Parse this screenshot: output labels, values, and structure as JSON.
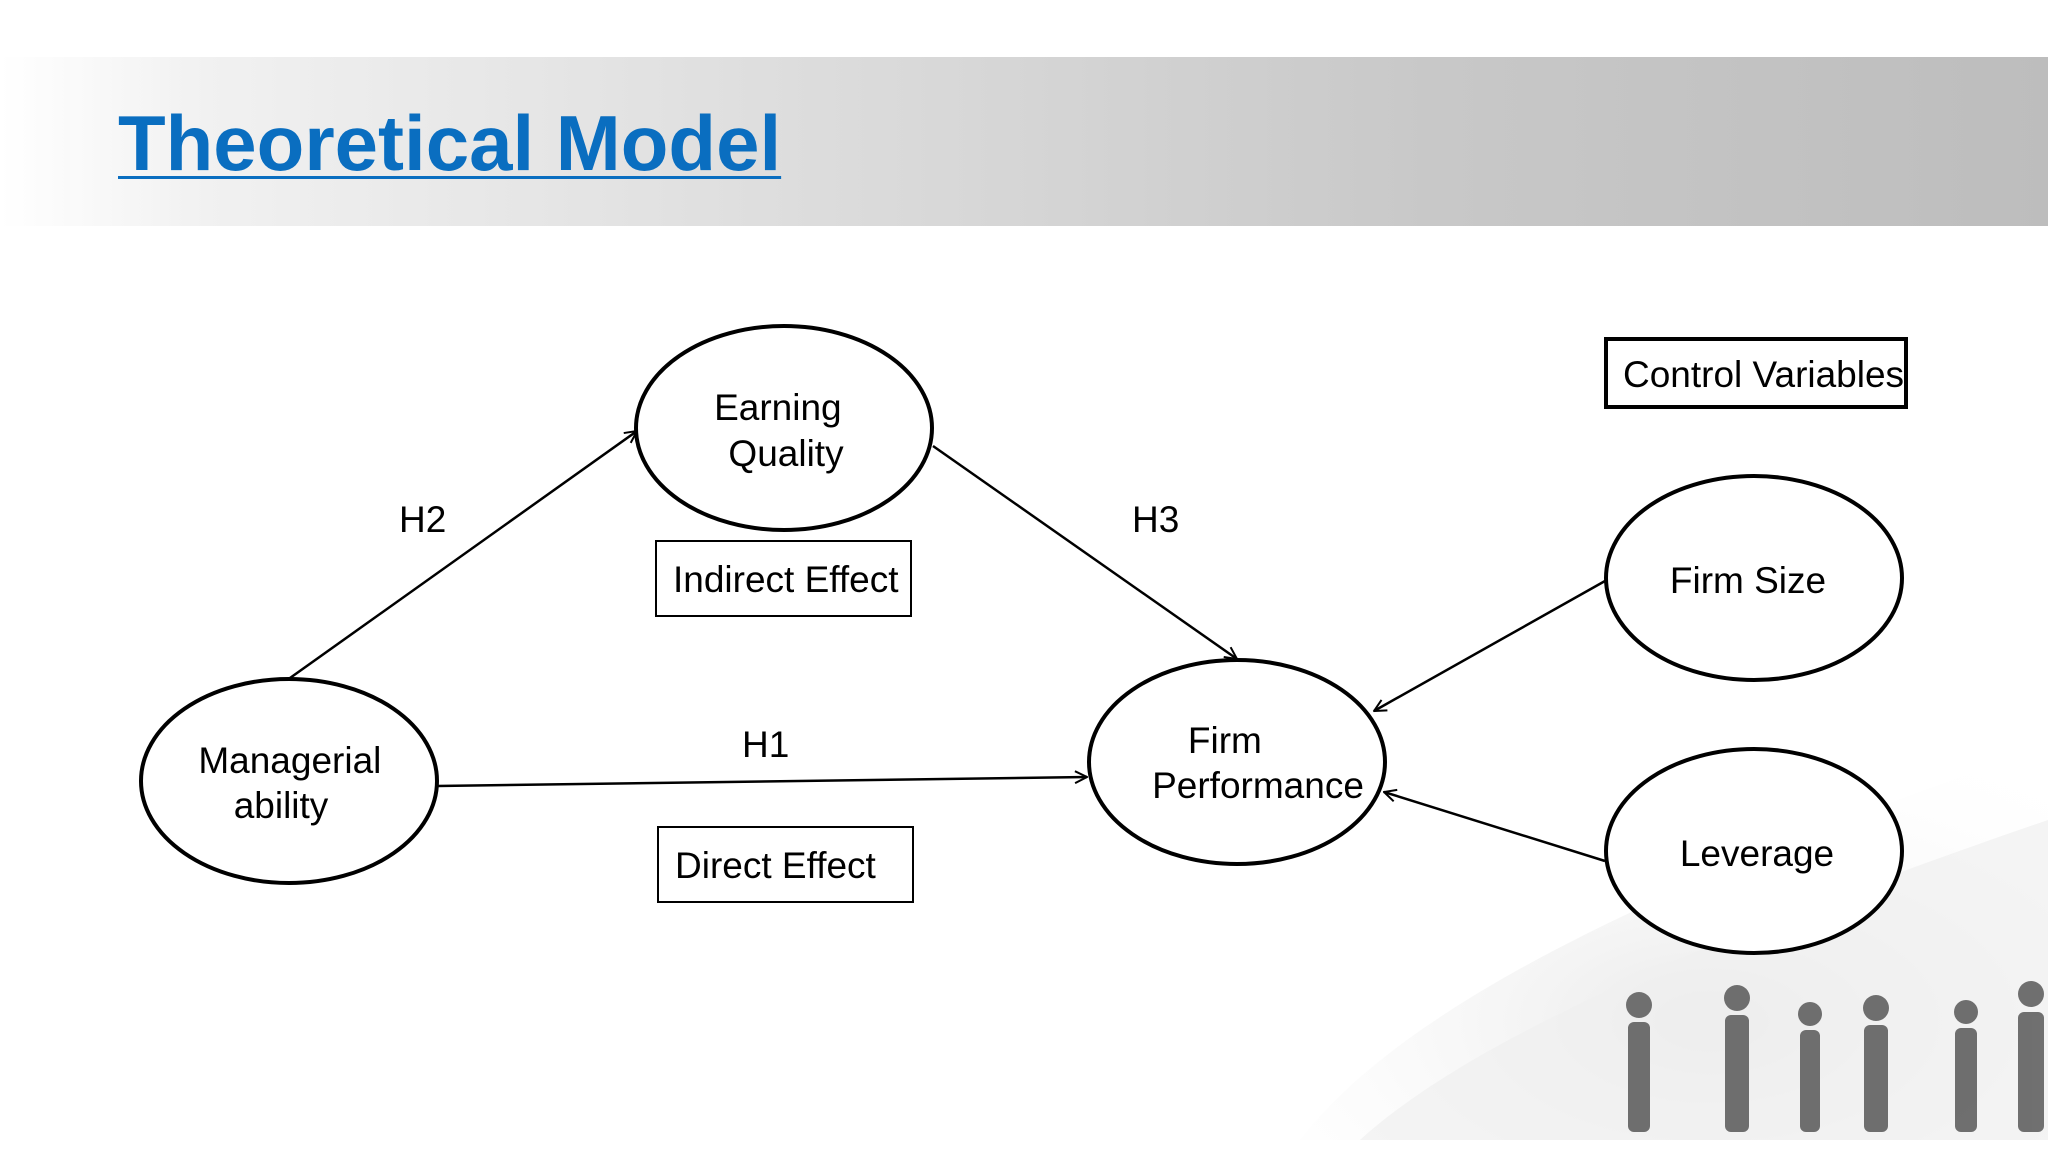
{
  "slide": {
    "title": "Theoretical Model"
  },
  "nodes": {
    "managerial_ability": [
      "Managerial",
      "ability"
    ],
    "earning_quality": [
      "Earning",
      "Quality"
    ],
    "firm_performance": [
      "Firm",
      "Performance"
    ],
    "firm_size": [
      "Firm Size"
    ],
    "leverage": [
      "Leverage"
    ]
  },
  "boxes": {
    "indirect_effect": "Indirect Effect",
    "direct_effect": "Direct Effect",
    "control_variables": "Control Variables"
  },
  "hypotheses": {
    "h1": "H1",
    "h2": "H2",
    "h3": "H3"
  },
  "colors": {
    "title": "#0a6ec0",
    "diagram_stroke": "#000000"
  },
  "decor": {
    "corner_image": "business-people-holding-hands-photo"
  }
}
